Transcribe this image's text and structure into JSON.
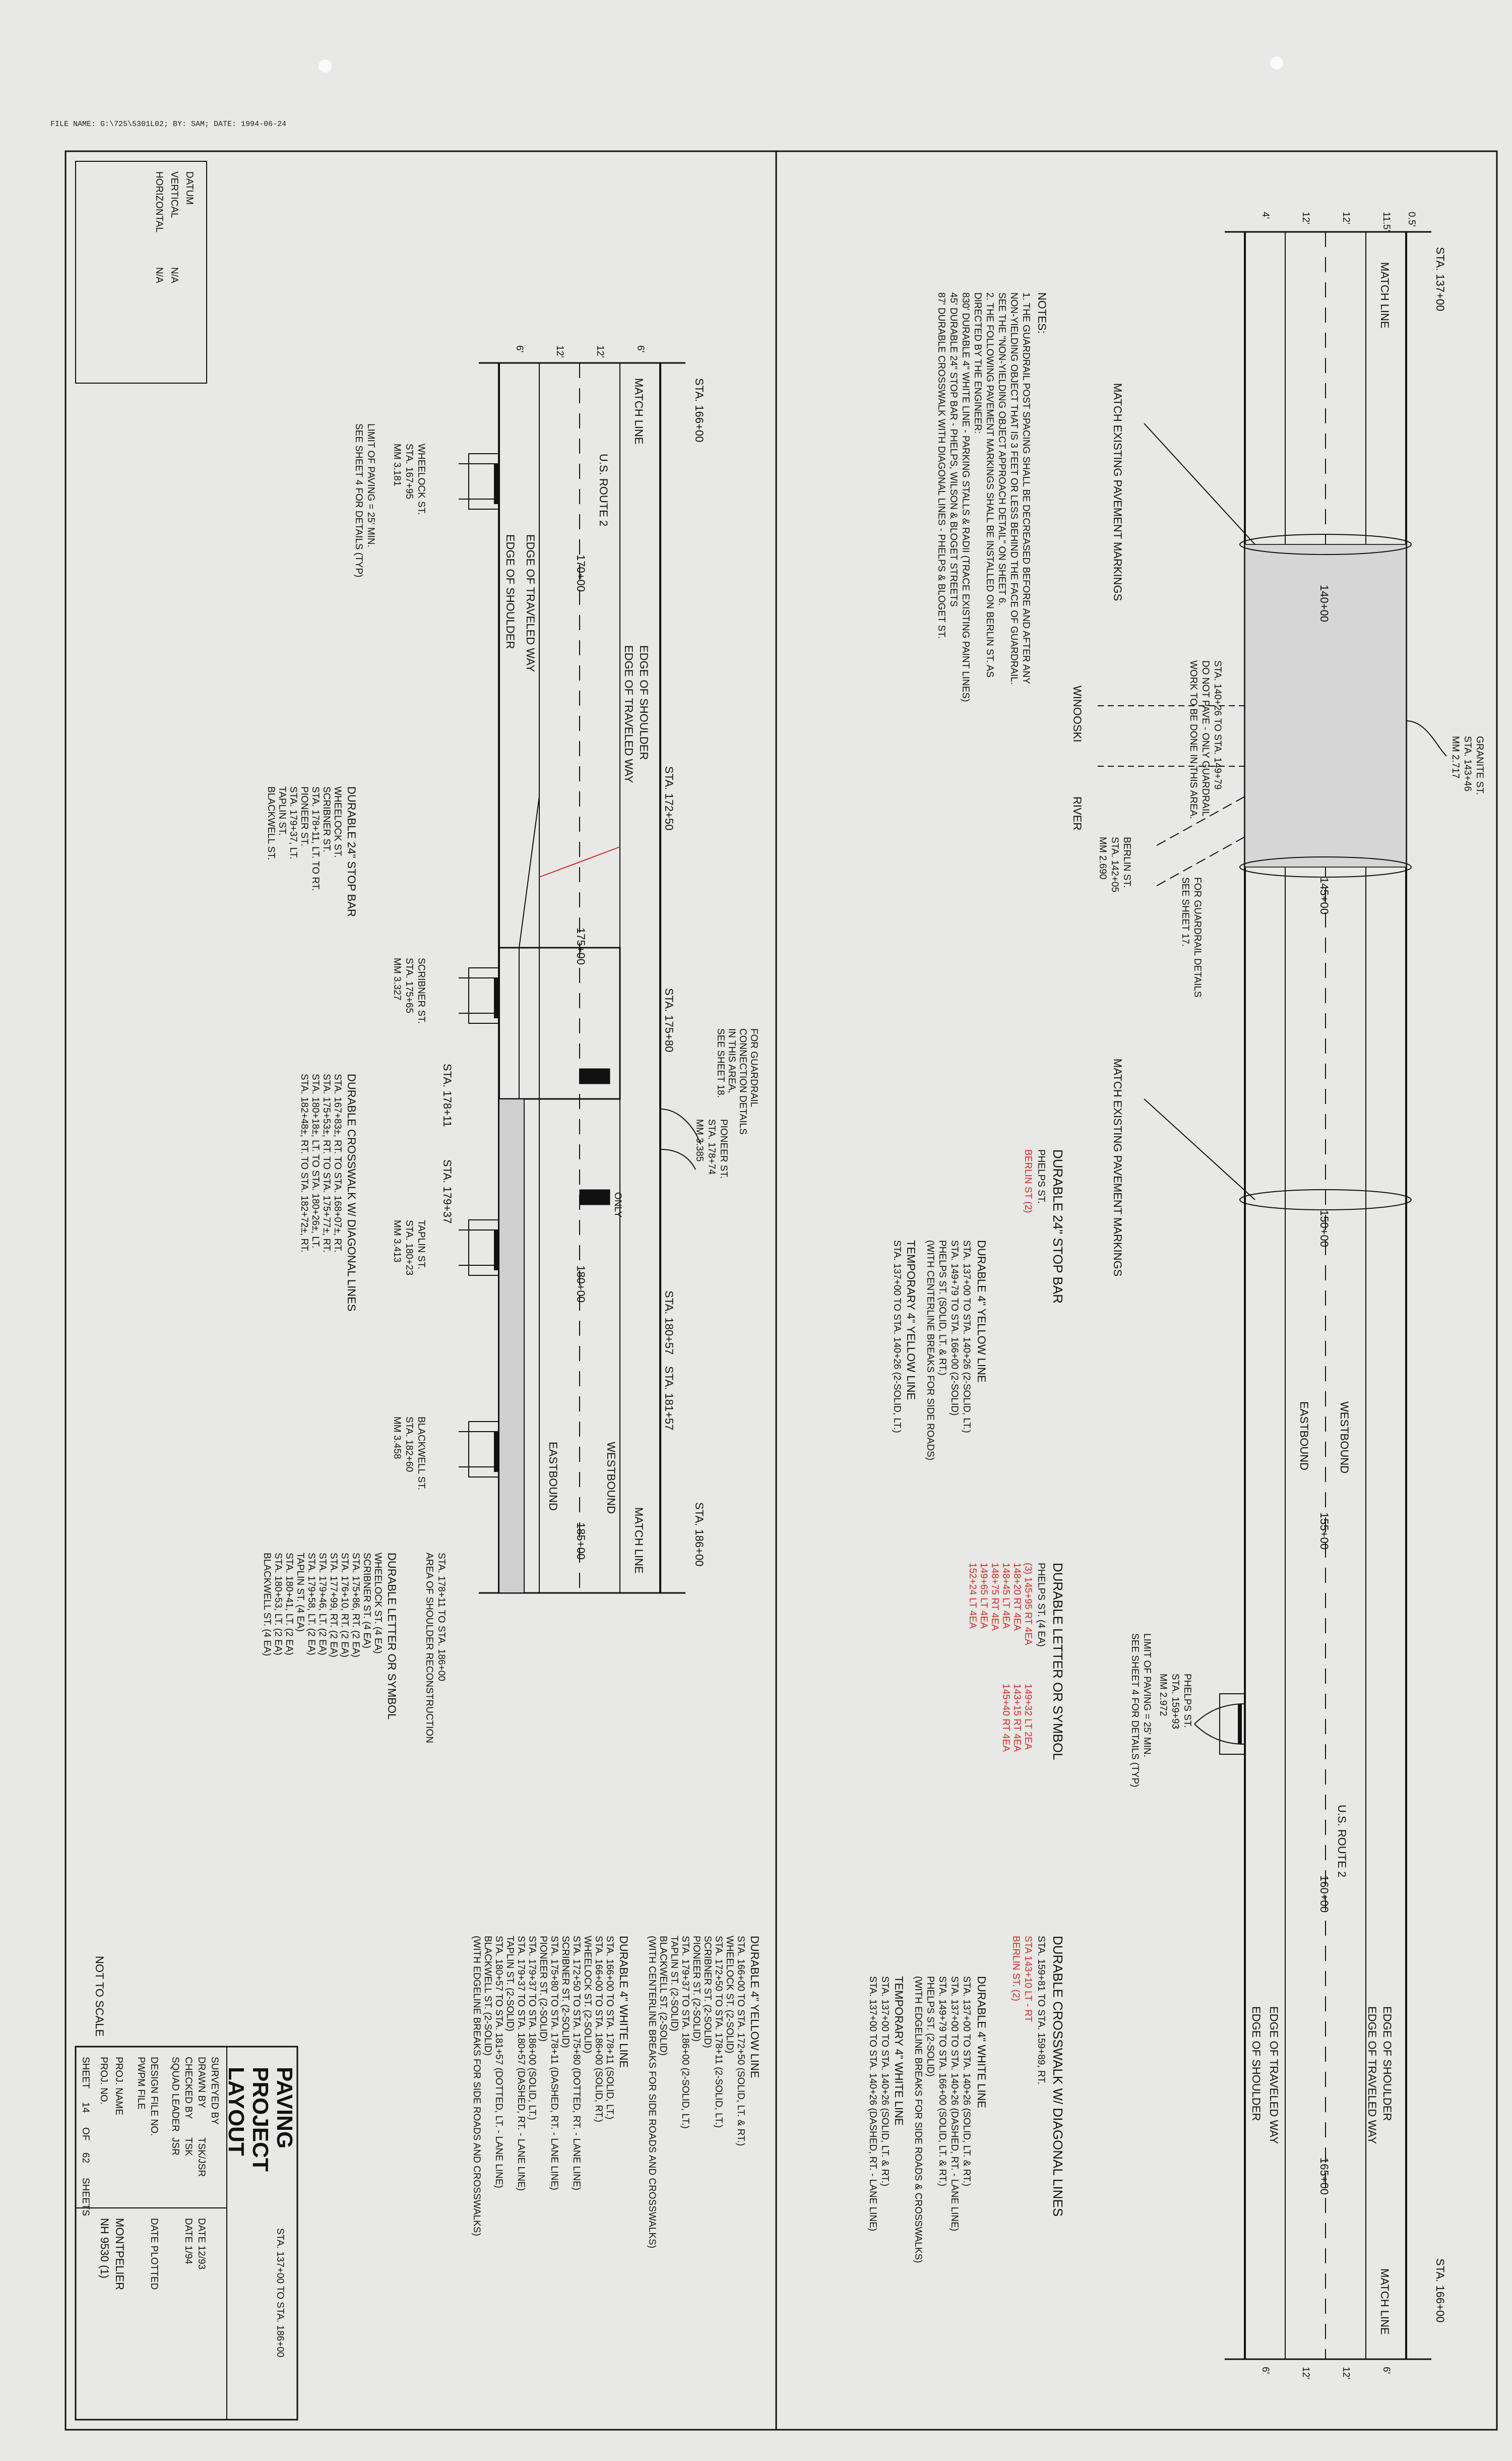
{
  "file_name": "FILE NAME: G:\\725\\5301L02; BY: SAM; DATE: 1994-06-24",
  "upper": {
    "station_start": "STA. 137+00",
    "station_end": "STA. 166+00",
    "match_line": "MATCH LINE",
    "dims_left": [
      "0.5'",
      "11.5'",
      "12'",
      "12'",
      "4'"
    ],
    "dims_right": [
      "6'",
      "12'",
      "12'",
      "6'"
    ],
    "match_existing_1": "MATCH EXISTING PAVEMENT MARKINGS",
    "match_existing_2": "MATCH EXISTING PAVEMENT MARKINGS",
    "sta_140": "140+00",
    "sta_145": "145+00",
    "sta_150": "150+00",
    "sta_155": "155+00",
    "sta_160": "160+00",
    "sta_165": "165+00",
    "winooski": "WINOOSKI",
    "river": "RIVER",
    "granite": [
      "GRANITE ST.",
      "STA. 143+46",
      "MM 2.717"
    ],
    "guardrail_17": [
      "FOR GUARDRAIL DETAILS",
      "SEE SHEET 17."
    ],
    "no_pave": [
      "STA. 140+26 TO STA. 149+79",
      "DO NOT PAVE - ONLY GUARDRAIL",
      "WORK TO BE DONE IN THIS AREA."
    ],
    "berlin": [
      "BERLIN ST.",
      "STA. 142+05",
      "MM 2.690"
    ],
    "westbound": "WESTBOUND",
    "eastbound": "EASTBOUND",
    "us_route": "U.S. ROUTE 2",
    "edge_shoulder": "EDGE OF SHOULDER",
    "edge_traveled": "EDGE OF TRAVELED WAY",
    "phelps": [
      "PHELPS ST.",
      "STA. 159+93",
      "MM 2.972"
    ],
    "limit_paving": [
      "LIMIT OF PAVING = 25' MIN.",
      "SEE SHEET 4 FOR DETAILS (TYP)"
    ],
    "notes_title": "NOTES:",
    "notes": [
      "1.  THE GUARDRAIL POST SPACING SHALL BE DECREASED BEFORE AND AFTER ANY",
      "     NON-YIELDING OBJECT THAT IS 3 FEET OR LESS BEHIND THE FACE OF GUARDRAIL.",
      "     SEE THE \"NON-YIELDING OBJECT APPROACH DETAIL\" ON SHEET 6.",
      "2.  THE FOLLOWING PAVEMENT MARKINGS SHALL BE INSTALLED ON BERLIN ST. AS",
      "     DIRECTED BY THE ENGINEER:",
      "     830' DURABLE 4\" WHITE LINE - PARKING STALLS & RADII (TRACE EXISTING PAINT LINES)",
      "     45' DURABLE 24\" STOP BAR - PHELPS, WILSON & BLOGET STREETS",
      "     87' DURABLE CROSSWALK WITH DIAGONAL LINES - PHELPS & BLOGET ST."
    ],
    "stopbar_title": "DURABLE 24\" STOP BAR",
    "stopbar_items": [
      "PHELPS ST."
    ],
    "stopbar_red": "BERLIN ST (2)",
    "yellow_title": "DURABLE 4\" YELLOW LINE",
    "yellow_lines": [
      "STA. 137+00 TO STA. 140+26    (2-SOLID, LT.)",
      "STA. 149+79 TO STA. 166+00    (2-SOLID)",
      "PHELPS ST.                              (SOLID, LT. & RT.)",
      "(WITH CENTERLINE BREAKS FOR SIDE ROADS)"
    ],
    "temp_yellow_title": "TEMPORARY 4\" YELLOW LINE",
    "temp_yellow_lines": [
      "STA. 137+00 TO STA. 140+26    (2-SOLID, LT.)"
    ],
    "letter_title": "DURABLE LETTER OR SYMBOL",
    "letter_items": [
      "PHELPS ST.    (4 EA)"
    ],
    "letter_red": [
      "(3) 145+95 RT   4EA",
      "148+20 RT   4EA",
      "148+45 LT   4EA",
      "148+75 RT   4EA",
      "149+65 LT   4EA",
      "152+24 LT   4EA",
      "149+32 LT   2EA",
      "143+15 RT   4EA",
      "145+40 RT   4EA"
    ],
    "crosswalk_title": "DURABLE CROSSWALK W/ DIAGONAL LINES",
    "crosswalk_items": [
      "STA. 159+81 TO STA. 159+89, RT."
    ],
    "crosswalk_red": [
      "STA 143+10  LT - RT",
      "BERLIN ST. (2)"
    ],
    "white_title": "DURABLE 4\" WHITE LINE",
    "white_lines": [
      "STA. 137+00 TO STA. 140+26    (SOLID, LT. & RT.)",
      "STA. 137+00 TO STA. 140+26    (DASHED, RT. - LANE LINE)",
      "STA. 149+79 TO STA. 166+00    (SOLID, LT. & RT.)",
      "PHELPS ST.                              (2-SOLID)",
      "(WITH EDGELINE BREAKS FOR SIDE ROADS & CROSSWALKS)"
    ],
    "temp_white_title": "TEMPORARY 4\" WHITE LINE",
    "temp_white_lines": [
      "STA. 137+00 TO STA. 140+26    (SOLID, LT. & RT.)",
      "STA. 137+00 TO STA. 140+26    (DASHED, RT. - LANE LINE)"
    ]
  },
  "lower": {
    "station_start": "STA. 166+00",
    "station_end": "STA. 186+00",
    "sta_170": "170+00",
    "sta_175": "175+00",
    "sta_180": "180+00",
    "sta_185": "185+00",
    "sta_172": "STA. 172+50",
    "sta_175_80": "STA. 175+80",
    "sta_178_11": "STA. 178+11",
    "sta_179_37": "STA. 179+37",
    "sta_180_57": "STA. 180+57",
    "sta_181_57": "STA. 181+57",
    "match_line": "MATCH LINE",
    "dims": [
      "6'",
      "12'",
      "12'",
      "6'"
    ],
    "us_route": "U.S. ROUTE 2",
    "edge_shoulder": "EDGE OF SHOULDER",
    "edge_traveled": "EDGE OF TRAVELED WAY",
    "westbound": "WESTBOUND",
    "eastbound": "EASTBOUND",
    "only": "ONLY",
    "wheelock": [
      "WHEELOCK ST.",
      "STA. 167+95",
      "MM 3.181"
    ],
    "scribner": [
      "SCRIBNER ST.",
      "STA. 175+65",
      "MM 3.327"
    ],
    "pioneer": [
      "PIONEER ST.",
      "STA. 178+74",
      "MM 3.385"
    ],
    "taplin": [
      "TAPLIN ST.",
      "STA. 180+23",
      "MM 3.413"
    ],
    "blackwell": [
      "BLACKWELL ST.",
      "STA. 182+60",
      "MM 3.458"
    ],
    "limit_paving": [
      "LIMIT OF PAVING = 25' MIN.",
      "SEE SHEET 4 FOR DETAILS (TYP)"
    ],
    "guardrail_18": [
      "FOR GUARDRAIL",
      "CONNECTION DETAILS",
      "IN THIS AREA,",
      "SEE SHEET 18."
    ],
    "shoulder_recon": [
      "STA. 178+11 TO STA. 186+00",
      "AREA OF SHOULDER RECONSTRUCTION"
    ],
    "stopbar_title": "DURABLE 24\" STOP BAR",
    "stopbar_items": [
      "WHEELOCK ST.",
      "SCRIBNER ST.",
      "STA. 178+11, LT. TO RT.",
      "PIONEER ST.",
      "STA. 179+37, LT.",
      "TAPLIN ST.",
      "BLACKWELL ST."
    ],
    "crosswalk_title": "DURABLE CROSSWALK W/ DIAGONAL LINES",
    "crosswalk_items": [
      "STA. 167+83±, RT. TO STA. 168+07±, RT.",
      "STA. 175+53±, RT. TO STA. 175+77±, RT.",
      "STA. 180+18±, LT. TO STA. 180+26±, LT.",
      "STA. 182+48±, RT. TO STA. 182+72±, RT."
    ],
    "letter_title": "DURABLE LETTER OR SYMBOL",
    "letter_items": [
      "WHEELOCK ST.      (4 EA)",
      "SCRIBNER ST.      (4 EA)",
      "STA. 175+86, RT.  (2 EA)",
      "STA. 176+10, RT.  (2 EA)",
      "STA. 177+99, RT.  (2 EA)",
      "STA. 179+46, LT.  (2 EA)",
      "STA. 179+58, LT.  (2 EA)",
      "TAPLIN ST.        (4 EA)",
      "STA. 180+41, LT.  (2 EA)",
      "STA. 180+53, LT.  (2 EA)",
      "BLACKWELL ST.     (4 EA)"
    ],
    "yellow_title": "DURABLE 4\" YELLOW LINE",
    "yellow_lines": [
      "STA. 166+00 TO STA. 172+50    (SOLID, LT. & RT.)",
      "WHEELOCK ST.                            (2-SOLID)",
      "STA. 172+50 TO STA. 178+11    (2-SOLID, LT.)",
      "SCRIBNER ST.                            (2-SOLID)",
      "PIONEER ST.                             (2-SOLID)",
      "STA. 179+37 TO STA. 186+00    (2-SOLID, LT.)",
      "TAPLIN ST.                              (2-SOLID)",
      "BLACKWELL ST.                           (2-SOLID)",
      "(WITH CENTERLINE BREAKS FOR SIDE ROADS AND CROSSWALKS)"
    ],
    "white_title": "DURABLE 4\" WHITE LINE",
    "white_lines": [
      "STA. 166+00 TO STA. 178+11    (SOLID, LT.)",
      "STA. 166+00 TO STA. 186+00    (SOLID, RT.)",
      "WHEELOCK ST.                            (2-SOLID)",
      "STA. 172+50 TO STA. 175+80    (DOTTED, RT. - LANE LINE)",
      "SCRIBNER ST.                            (2-SOLID)",
      "STA. 175+80 TO STA. 178+11    (DASHED, RT. - LANE LINE)",
      "PIONEER ST.                             (2-SOLID)",
      "STA. 179+37 TO STA. 186+00    (SOLID, LT.)",
      "STA. 179+37 TO STA. 180+57    (DASHED, RT. - LANE LINE)",
      "TAPLIN ST.                              (2-SOLID)",
      "STA. 180+57 TO STA. 181+57    (DOTTED, LT. - LANE LINE)",
      "BLACKWELL ST.                           (2-SOLID)",
      "(WITH EDGELINE BREAKS FOR SIDE ROADS AND CROSSWALKS)"
    ]
  },
  "datum": {
    "title": "DATUM",
    "vertical": "VERTICAL",
    "horizontal": "HORIZONTAL",
    "v_val": "N/A",
    "h_val": "N/A"
  },
  "not_to_scale": "NOT TO SCALE",
  "title_block": {
    "title_1": "PAVING",
    "title_2": "PROJECT",
    "title_3": "LAYOUT",
    "range": "STA. 137+00 TO STA. 186+00",
    "surveyed_by": "SURVEYED BY",
    "drawn_by": "DRAWN BY",
    "checked_by": "CHECKED BY",
    "squad_leader": "SQUAD LEADER",
    "design_file": "DESIGN FILE NO.",
    "pwpm_file": "PWPM FILE",
    "drawn_val": "TSK/JSR",
    "checked_val": "TSK",
    "squad_val": "JSR",
    "date_1": "DATE 12/93",
    "date_2": "DATE 1/94",
    "date_plotted": "DATE PLOTTED",
    "proj_name_label": "PROJ. NAME",
    "proj_name": "MONTPELIER",
    "proj_no_label": "PROJ. NO.",
    "proj_no": "NH 9530 (1)",
    "sheet_label": "SHEET",
    "sheet_no": "14",
    "of": "OF",
    "sheet_total": "62",
    "sheets": "SHEETS"
  }
}
